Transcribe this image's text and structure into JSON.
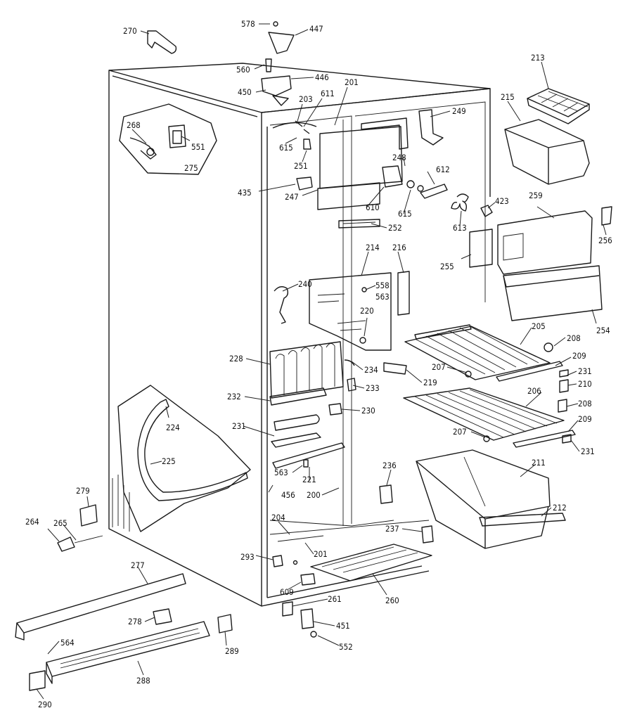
{
  "part_labels": [
    "578",
    "447",
    "270",
    "560",
    "446",
    "450",
    "201",
    "611",
    "203",
    "249",
    "213",
    "215",
    "268",
    "551",
    "275",
    "615",
    "251",
    "248",
    "612",
    "435",
    "247",
    "610",
    "615",
    "423",
    "259",
    "256",
    "613",
    "252",
    "255",
    "214",
    "216",
    "240",
    "558",
    "563",
    "220",
    "205",
    "208",
    "254",
    "228",
    "234",
    "209",
    "207",
    "231",
    "233",
    "219",
    "210",
    "232",
    "230",
    "206",
    "208",
    "224",
    "207",
    "209",
    "231",
    "231",
    "225",
    "563",
    "221",
    "236",
    "211",
    "212",
    "279",
    "456",
    "200",
    "204",
    "237",
    "264",
    "265",
    "201",
    "293",
    "277",
    "609",
    "260",
    "261",
    "278",
    "564",
    "451",
    "552",
    "289",
    "288",
    "290"
  ]
}
